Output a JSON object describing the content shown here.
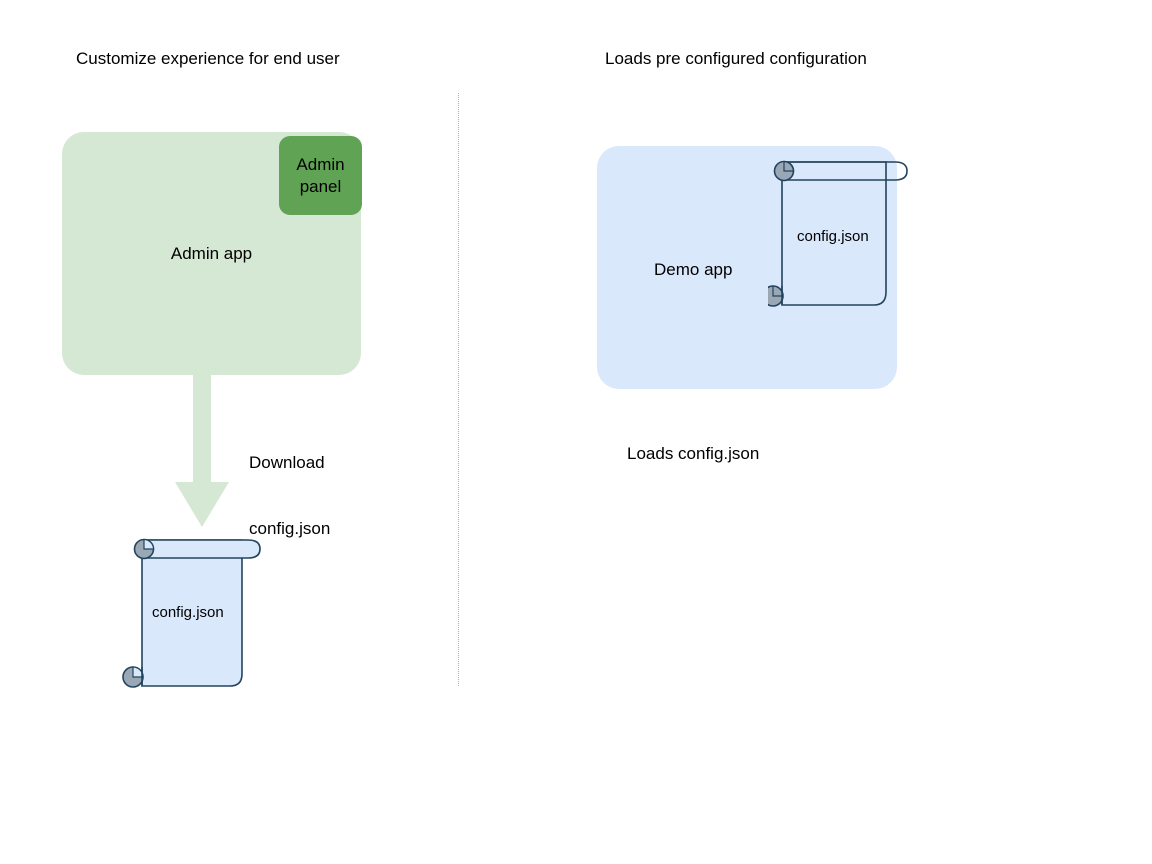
{
  "diagram": {
    "type": "flow-diagram",
    "background_color": "#ffffff",
    "panels": [
      {
        "id": "left",
        "title": "Customize experience for end user"
      },
      {
        "id": "right",
        "title": "Loads pre configured configuration"
      }
    ],
    "left_panel": {
      "title": "Customize experience for end user",
      "app_box": {
        "label": "Admin app",
        "fill_color": "#d5e8d4"
      },
      "admin_panel": {
        "line1": "Admin",
        "line2": "panel",
        "fill_color": "#60a355"
      },
      "arrow": {
        "label_line1": "Download",
        "label_line2": "config.json",
        "fill_color": "#d5e8d4",
        "direction": "down"
      },
      "file": {
        "label": "config.json",
        "fill_color": "#dae8fc",
        "stroke_color": "#23445d",
        "roll_color": "#9aa7b5"
      }
    },
    "right_panel": {
      "title": "Loads pre configured configuration",
      "app_box": {
        "label": "Demo app",
        "fill_color": "#dae8fc"
      },
      "file": {
        "label": "config.json",
        "fill_color": "none",
        "stroke_color": "#23445d",
        "roll_color": "#9aa7b5"
      },
      "caption": "Loads config.json"
    },
    "divider": {
      "style": "dotted",
      "color": "#b0b0b0"
    }
  }
}
